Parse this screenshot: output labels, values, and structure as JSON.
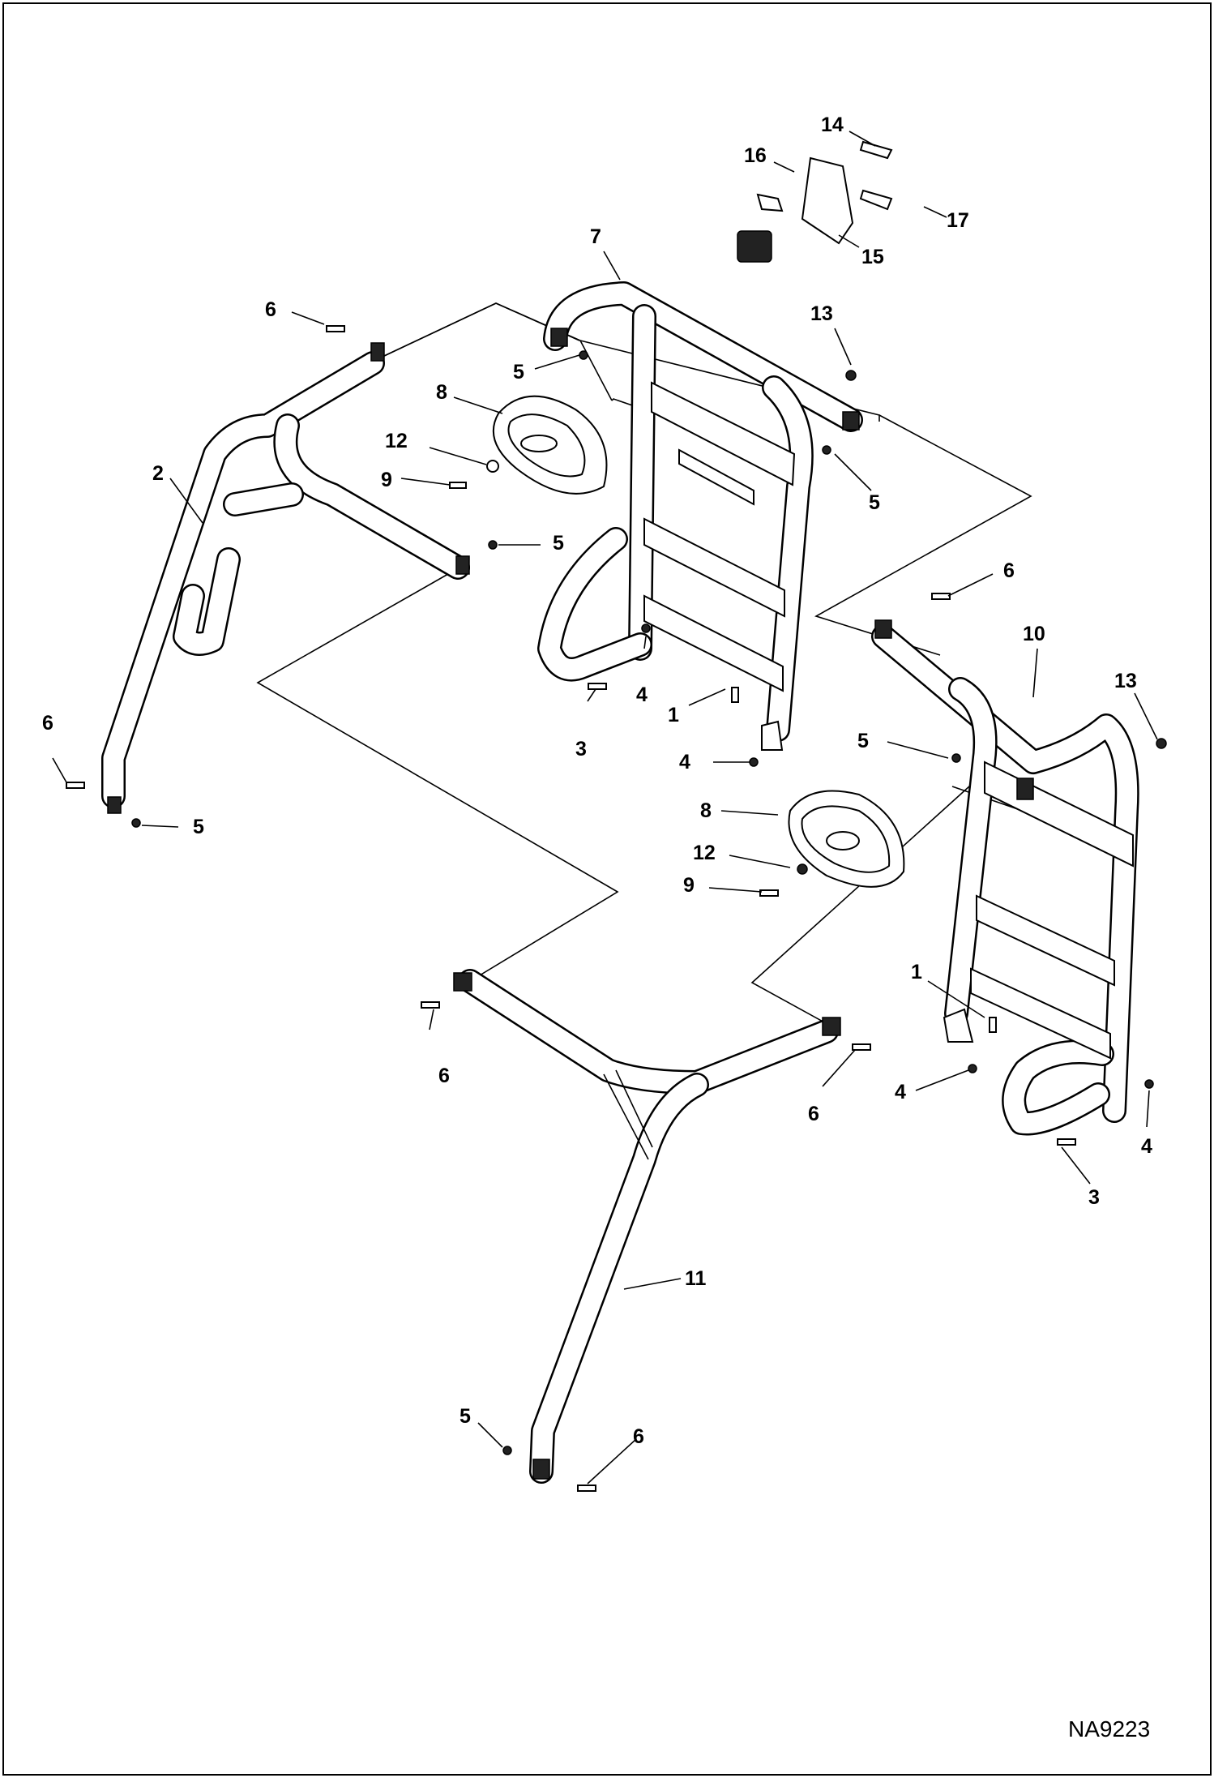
{
  "figure": {
    "code": "NA9223",
    "callouts": [
      {
        "id": "14",
        "label": "14"
      },
      {
        "id": "16",
        "label": "16"
      },
      {
        "id": "17",
        "label": "17"
      },
      {
        "id": "15",
        "label": "15"
      },
      {
        "id": "7",
        "label": "7"
      },
      {
        "id": "6a",
        "label": "6"
      },
      {
        "id": "13a",
        "label": "13"
      },
      {
        "id": "5a",
        "label": "5"
      },
      {
        "id": "8a",
        "label": "8"
      },
      {
        "id": "12a",
        "label": "12"
      },
      {
        "id": "2",
        "label": "2"
      },
      {
        "id": "9a",
        "label": "9"
      },
      {
        "id": "5b",
        "label": "5"
      },
      {
        "id": "5c",
        "label": "5"
      },
      {
        "id": "6b",
        "label": "6"
      },
      {
        "id": "10",
        "label": "10"
      },
      {
        "id": "4a",
        "label": "4"
      },
      {
        "id": "1a",
        "label": "1"
      },
      {
        "id": "3a",
        "label": "3"
      },
      {
        "id": "4b",
        "label": "4"
      },
      {
        "id": "13b",
        "label": "13"
      },
      {
        "id": "6c",
        "label": "6"
      },
      {
        "id": "5d",
        "label": "5"
      },
      {
        "id": "5e",
        "label": "5"
      },
      {
        "id": "8b",
        "label": "8"
      },
      {
        "id": "12b",
        "label": "12"
      },
      {
        "id": "9b",
        "label": "9"
      },
      {
        "id": "1b",
        "label": "1"
      },
      {
        "id": "6d",
        "label": "6"
      },
      {
        "id": "6e",
        "label": "6"
      },
      {
        "id": "4c",
        "label": "4"
      },
      {
        "id": "4d",
        "label": "4"
      },
      {
        "id": "3b",
        "label": "3"
      },
      {
        "id": "11",
        "label": "11"
      },
      {
        "id": "5f",
        "label": "5"
      },
      {
        "id": "6f",
        "label": "6"
      }
    ]
  }
}
